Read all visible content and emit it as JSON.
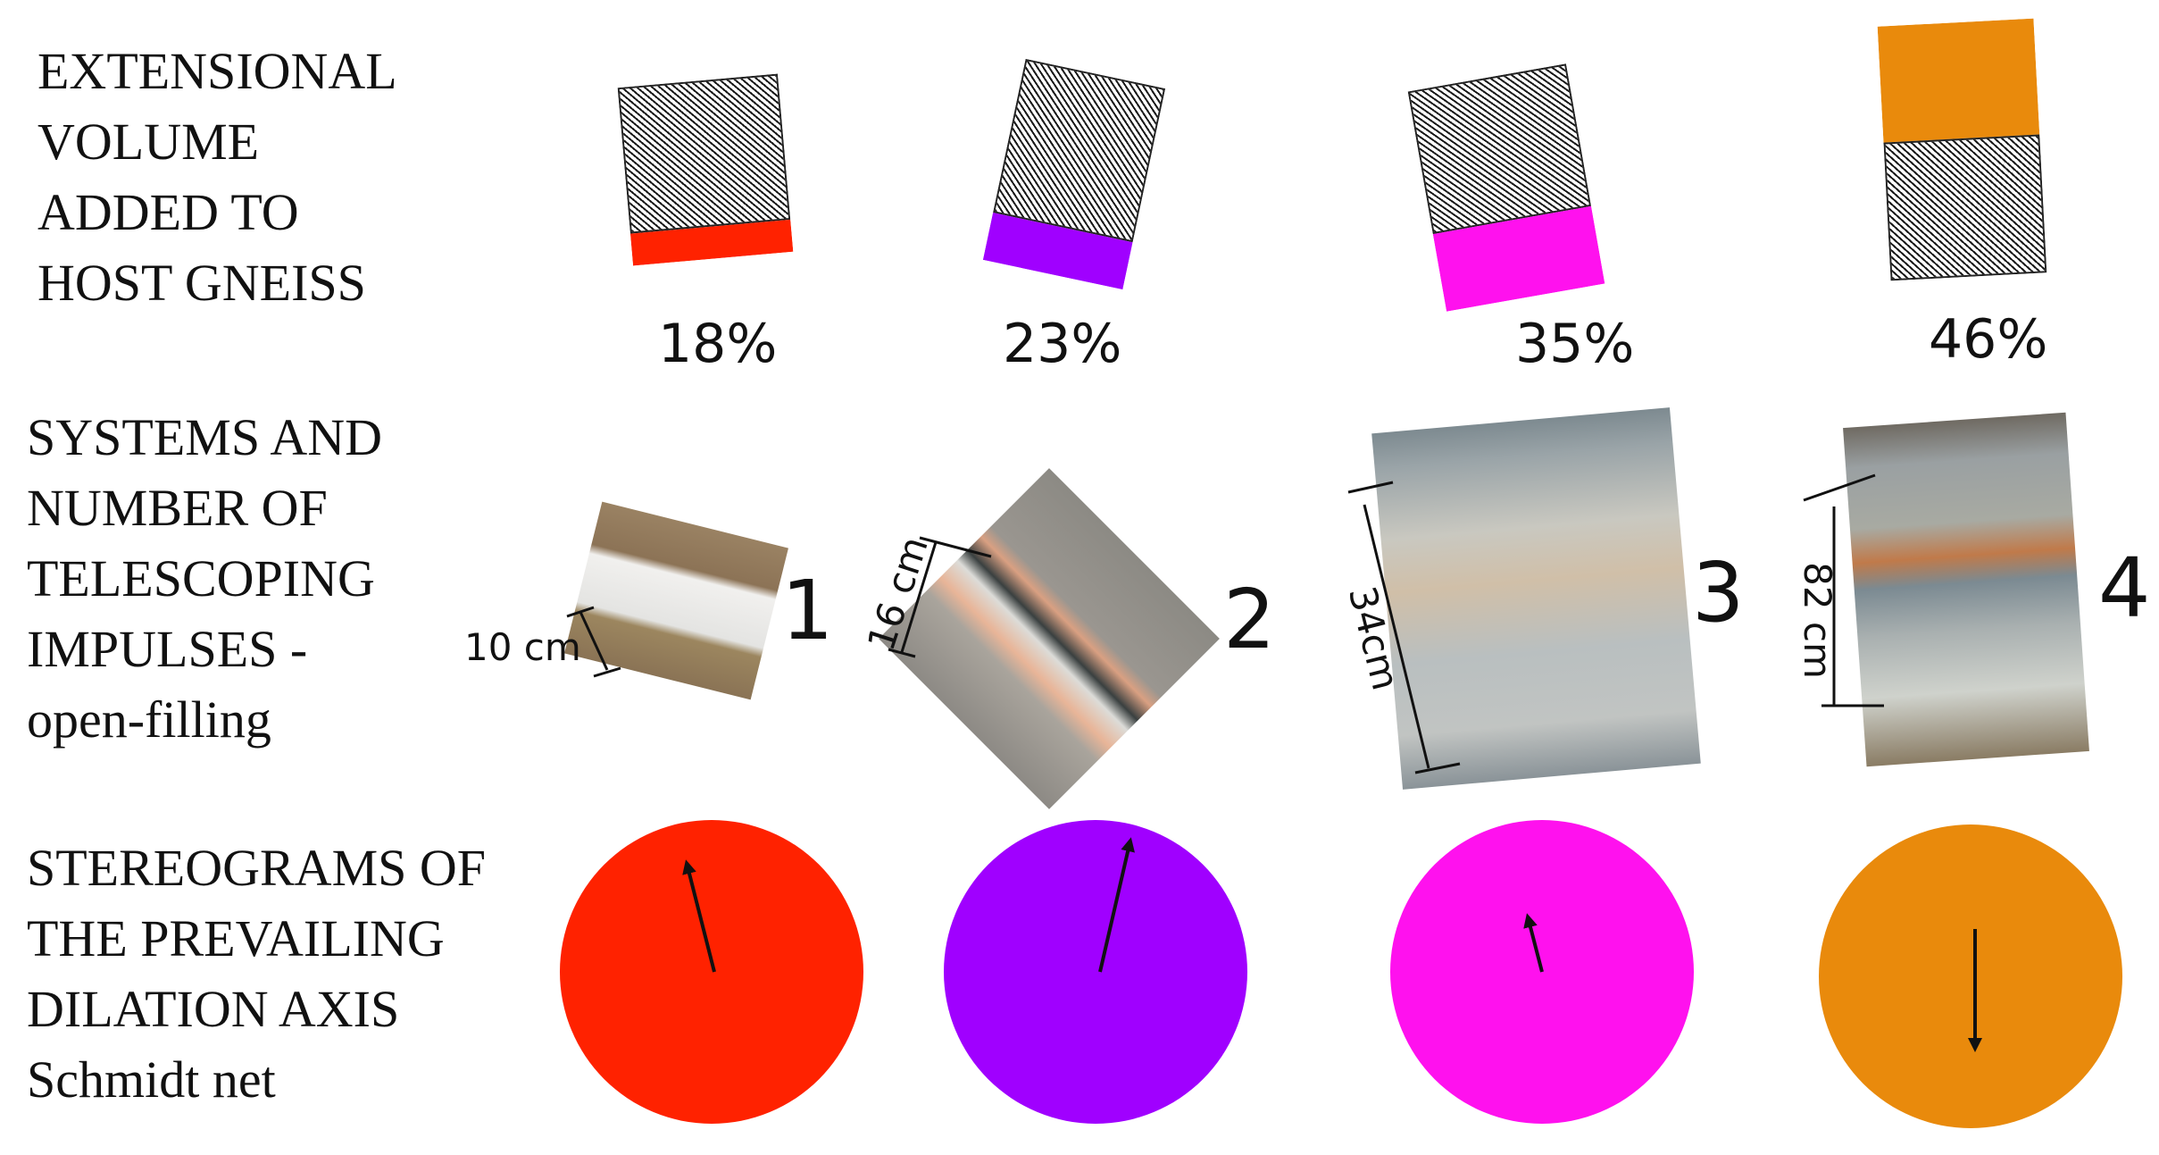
{
  "rows": {
    "volume_label": "EXTENSIONAL\nVOLUME\nADDED TO\nHOST GNEISS",
    "systems_label": "SYSTEMS AND\nNUMBER OF\nTELESCOPING\nIMPULSES -\nopen-filling",
    "stereo_label": "STEREOGRAMS OF\nTHE PREVAILING\nDILATION AXIS\nSchmidt net"
  },
  "systems": [
    {
      "number": "1",
      "volume_percent": 18,
      "volume_label": "18%",
      "color": "#ff2200",
      "sample_size": "10 cm",
      "dilation_arrow": "north-northwest"
    },
    {
      "number": "2",
      "volume_percent": 23,
      "volume_label": "23%",
      "color": "#a000ff",
      "sample_size": "16 cm",
      "dilation_arrow": "north-northeast"
    },
    {
      "number": "3",
      "volume_percent": 35,
      "volume_label": "35%",
      "color": "#ff11ee",
      "sample_size": "34cm",
      "dilation_arrow": "north-northwest"
    },
    {
      "number": "4",
      "volume_percent": 46,
      "volume_label": "46%",
      "color": "#e98a0c",
      "sample_size": "82 cm",
      "dilation_arrow": "south"
    }
  ]
}
